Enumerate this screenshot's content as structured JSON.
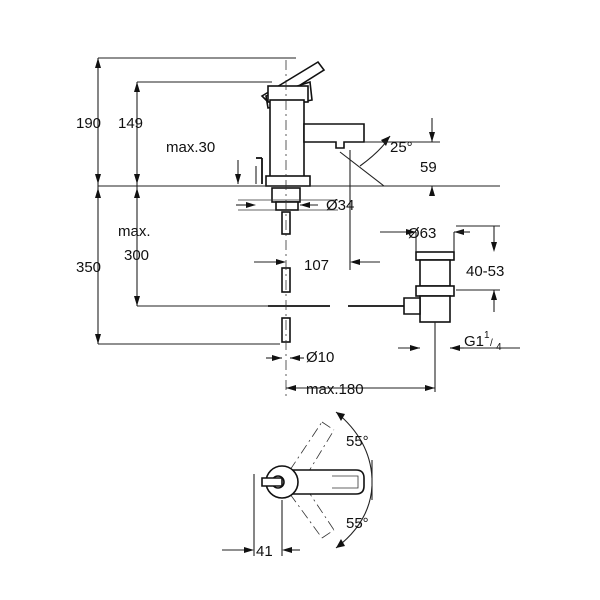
{
  "dimensions": {
    "total_height": "190",
    "spout_height": "149",
    "lever_travel": "max.30",
    "spout_angle": "25°",
    "outlet_height": "59",
    "mounting_hole": "Ø34",
    "waste_diameter": "Ø63",
    "supply_max_line1": "max.",
    "supply_max_line2": "300",
    "overall_below": "350",
    "spout_reach": "107",
    "waste_adjust": "40-53",
    "thread_prefix": "G1",
    "thread_num": "1",
    "thread_den": "4",
    "pipe_diameter": "Ø10",
    "waste_reach": "max.180",
    "rotation_top": "55°",
    "rotation_bottom": "55°",
    "handle_offset": "41"
  }
}
